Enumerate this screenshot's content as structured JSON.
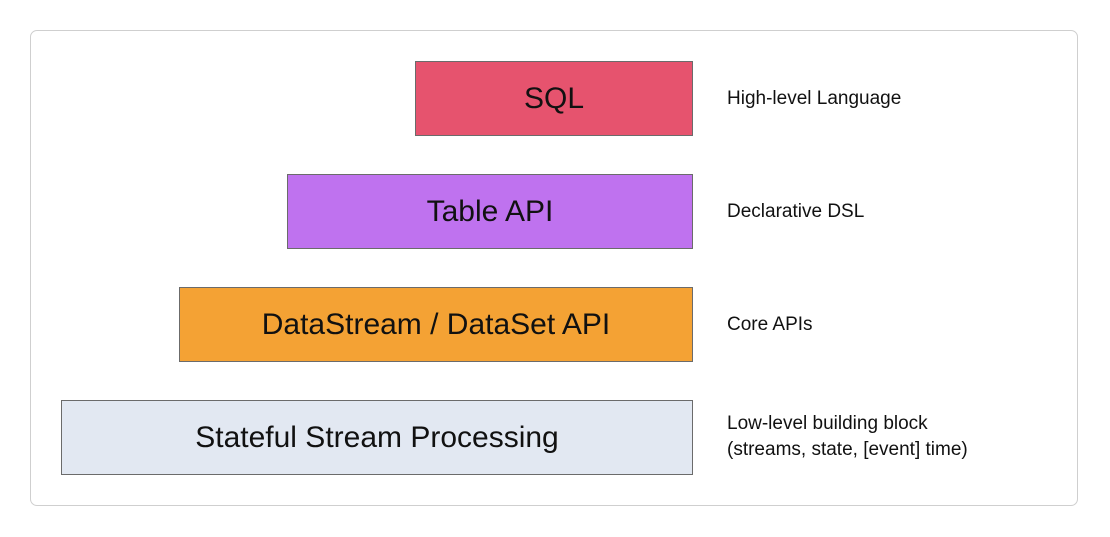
{
  "layers": [
    {
      "label": "SQL",
      "description": "High-level Language",
      "color": "#e6536e"
    },
    {
      "label": "Table API",
      "description": "Declarative DSL",
      "color": "#bf72ef"
    },
    {
      "label": "DataStream / DataSet API",
      "description": "Core APIs",
      "color": "#f4a234"
    },
    {
      "label": "Stateful Stream Processing",
      "description": "Low-level building block\n(streams, state, [event] time)",
      "color": "#e2e8f2"
    }
  ]
}
